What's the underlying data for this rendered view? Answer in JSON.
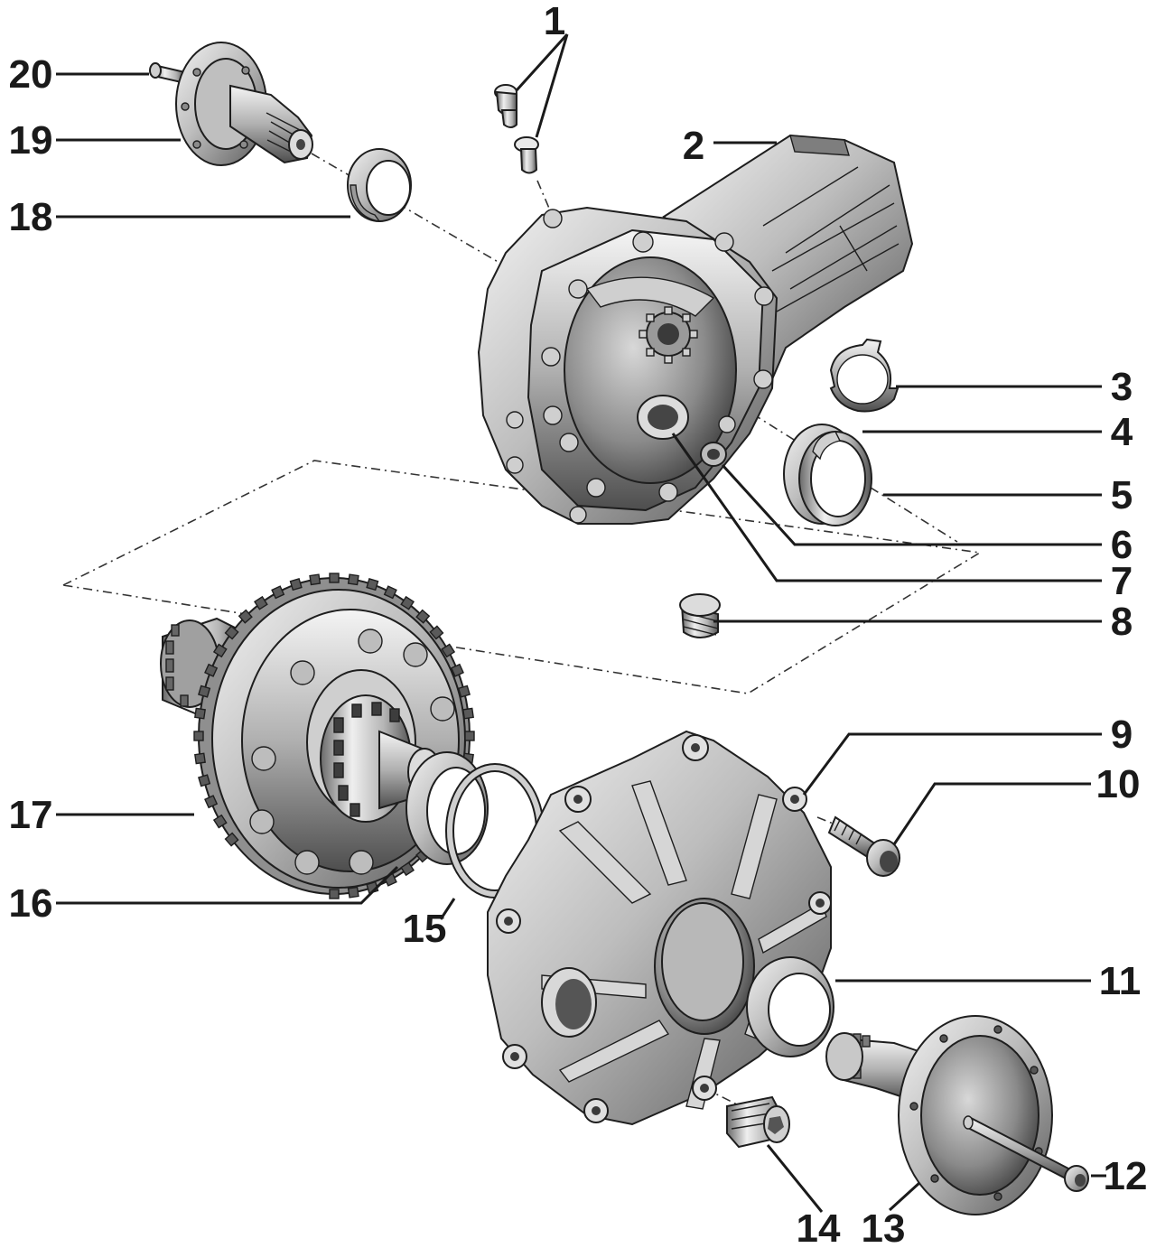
{
  "callouts": {
    "c1": "1",
    "c2": "2",
    "c3": "3",
    "c4": "4",
    "c5": "5",
    "c6": "6",
    "c7": "7",
    "c8": "8",
    "c9": "9",
    "c10": "10",
    "c11": "11",
    "c12": "12",
    "c13": "13",
    "c14": "14",
    "c15": "15",
    "c16": "16",
    "c17": "17",
    "c18": "18",
    "c19": "19",
    "c20": "20"
  },
  "colors": {
    "ink": "#1a1a1a",
    "metal_light": "#e6e6e6",
    "metal_mid": "#a8a8a8",
    "metal_dark": "#4a4a4a",
    "background": "#ffffff"
  }
}
